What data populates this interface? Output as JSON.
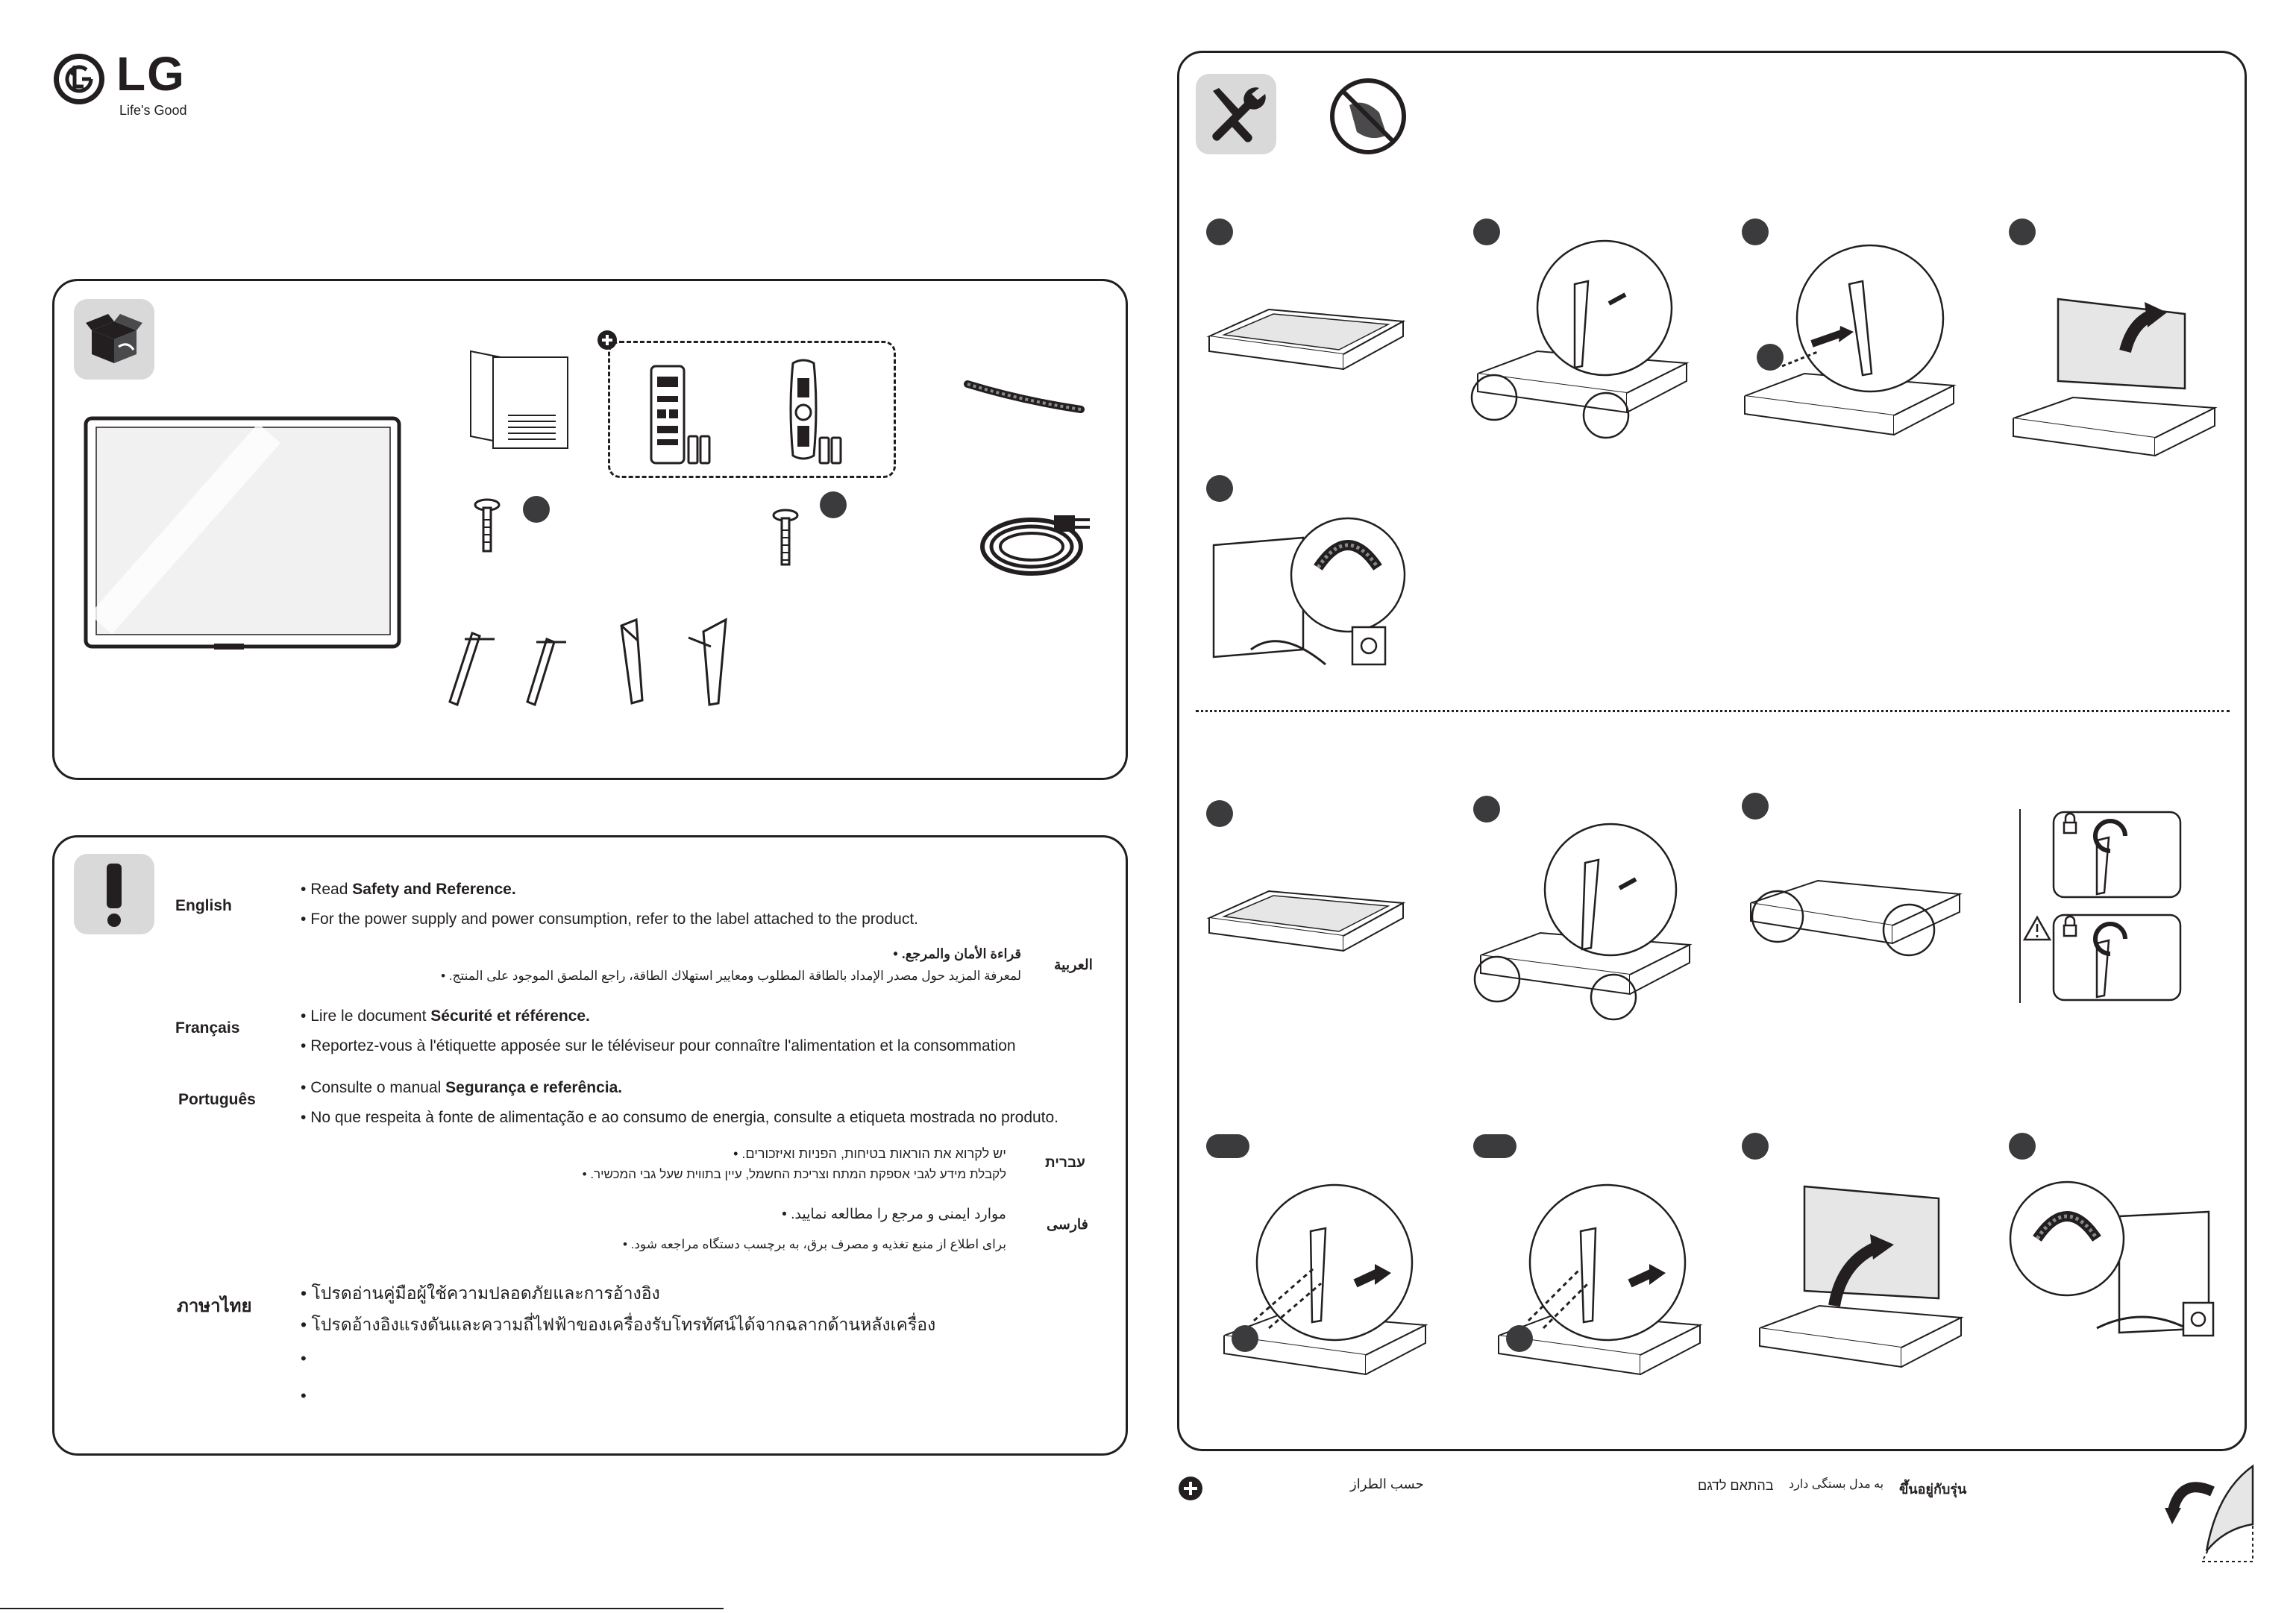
{
  "brand": {
    "name": "LG",
    "tagline": "Life's Good"
  },
  "info": {
    "english": {
      "label": "English",
      "line1_pre": "Read ",
      "line1_bold": "Safety and Reference.",
      "line2": "For the power supply and power consumption, refer to the label attached to the product."
    },
    "arabic": {
      "label": "العربية",
      "line1": "قراءة الأمان والمرجع.",
      "line2": "لمعرفة المزيد حول مصدر الإمداد بالطاقة المطلوب ومعايير استهلاك الطاقة، راجع الملصق الموجود على المنتج."
    },
    "french": {
      "label": "Français",
      "line1_pre": "Lire le document ",
      "line1_bold": "Sécurité et référence.",
      "line2": "Reportez-vous à l'étiquette apposée sur le téléviseur pour connaître l'alimentation et la consommation"
    },
    "portuguese": {
      "label": "Português",
      "line1_pre": "Consulte o manual ",
      "line1_bold": "Segurança e referência.",
      "line2": "No que respeita à fonte de alimentação e ao consumo de energia, consulte a etiqueta mostrada no produto."
    },
    "hebrew": {
      "label": "עברית",
      "line1": "יש לקרוא את הוראות בטיחות, הפניות ואיזכורים.",
      "line2": "לקבלת מידע לגבי אספקת המתח וצריכת החשמל, עיין בתווית שעל גבי המכשיר."
    },
    "farsi": {
      "label": "فارسی",
      "line1": "موارد ایمنی و مرجع را مطالعه نمایید.",
      "line2": "برای اطلاع از منبع تغذیه و مصرف برق، به برچسب دستگاه مراجعه شود."
    },
    "thai": {
      "label": "ภาษาไทย",
      "line1": "โปรดอ่านคู่มือผู้ใช้ความปลอดภัยและการอ้างอิง",
      "line2": "โปรดอ้างอิงแรงดันและความถี่ไฟฟ้าของเครื่องรับโทรทัศน์ได้จากฉลากด้านหลังเครื่อง"
    }
  },
  "footer": {
    "arabic": "حسب الطراز",
    "hebrew": "בהתאם לדגם",
    "farsi": "به مدل بستگی دارد",
    "thai": "ขึ้นอยู่กับรุ่น"
  },
  "colors": {
    "ink": "#231f20",
    "icon_bg": "#d9d9da",
    "step_dot": "#3b3b3d"
  },
  "icons": [
    "box-icon",
    "warning-exclamation-icon",
    "tools-icon",
    "no-cleaning-icon",
    "plus-circle-icon",
    "page-turn-icon"
  ]
}
